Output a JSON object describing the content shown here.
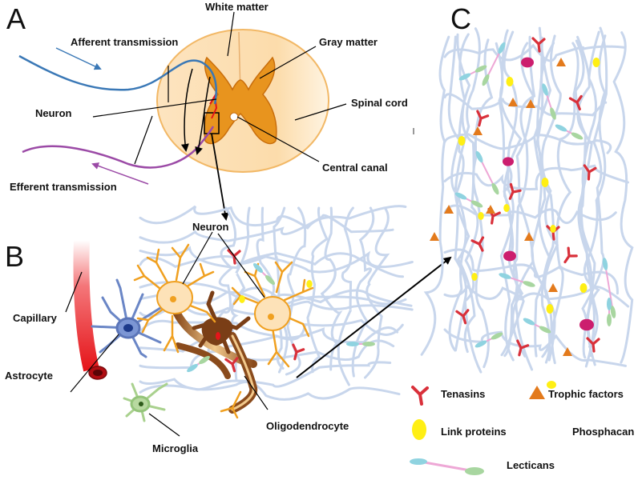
{
  "panels": {
    "a": "A",
    "b": "B",
    "c": "C"
  },
  "panel_a": {
    "white_matter": "White matter",
    "gray_matter": "Gray matter",
    "spinal_cord": "Spinal cord",
    "central_canal": "Central canal",
    "afferent": "Afferent transmission",
    "efferent": "Efferent transmission",
    "neuron": "Neuron"
  },
  "panel_b": {
    "neuron": "Neuron",
    "capillary": "Capillary",
    "astrocyte": "Astrocyte",
    "microglia": "Microglia",
    "oligodendrocyte": "Oligodendrocyte"
  },
  "legend": {
    "tenasins": "Tenasins",
    "trophic_factors": "Trophic factors",
    "link_proteins": "Link proteins",
    "phosphacan": "Phosphacan",
    "lecticans": "Lecticans"
  },
  "colors": {
    "ecm_fiber": "#c8d6ec",
    "tenasin": "#d9303a",
    "trophic": "#e37a1c",
    "link_protein": "#ffef14",
    "phosphacan": "#cc1e6e",
    "lectican_a": "#8fd3e0",
    "lectican_b": "#a8d6a0",
    "lectican_rod": "#eea8d6",
    "afferent_nerve": "#3a78b6",
    "efferent_nerve": "#9b4aa6",
    "white_matter": "#fde2b8",
    "gray_matter": "#e8941e",
    "capillary": "#e5151a",
    "astrocyte": "#7c96d4",
    "microglia": "#a9d18e",
    "neuron_body": "#fde2b8",
    "dendrite": "#f0a020",
    "oligodendrocyte": "#7a3e16"
  }
}
